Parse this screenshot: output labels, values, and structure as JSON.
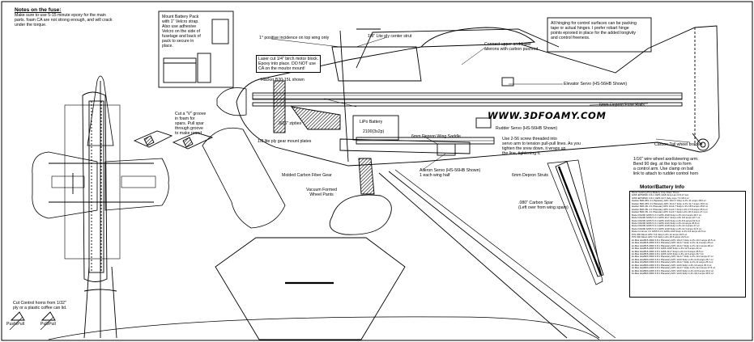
{
  "fuse_notes": {
    "title": "Notes on the fuse:",
    "lines": [
      "Make sure to use 5-15 minute epoxy for the main",
      "parts.  foam CA are not strong enough, and will crack",
      "under the torque."
    ]
  },
  "battery_pack_note": {
    "lines": [
      "Mount Battery Pack",
      "with 1\" Velcro strap.",
      "Also use adhesive",
      "Velcro on the side of",
      "fuselage and back of",
      "pack to secure in",
      "place."
    ]
  },
  "hinging_note": {
    "lines": [
      "All hinging for control surfaces can be packing",
      "tape or actual hinges.  I prefer robart hinge",
      "points epoxied in place for the added longivity",
      "and control freeness."
    ]
  },
  "labels": {
    "incidence": "1° positive incidence on top wing only",
    "center_strut": "1/8\" Lite ply center strut",
    "aileron_pushrod_1": "Connect upper and lower",
    "aileron_pushrod_2": "ailerons with carbon pushrod",
    "motor_block_1": "Laser cut 1/4\" birch motor block.",
    "motor_block_2": "Epoxy into place. DO NOT use",
    "motor_block_3": "CA on the moutor mount!",
    "hacker": "Hacker B20-15L shown",
    "elevator_servo": "Elevator Servo (HS-56HB Shown)",
    "fuse_rails": "6mm Depron Fuse Rails",
    "groove_1": "Cut a \"V\" groove",
    "groove_2": "in foam for",
    "groove_3": "spars. Pull spar",
    "groove_4": "through groove",
    "groove_5": "to make round",
    "zipties": "3/16\" zipties",
    "lipo_1": "LiPo Battery",
    "lipo_2": "2100(3s2p)",
    "rudder_servo": "Rudder Servo (HS-56HB Shown)",
    "screw_1": "Use 2-56 screw threaded into",
    "screw_2": "servo arm to tension pull-pull lines.  As you",
    "screw_3": "tighten the srew down, it wraps up",
    "screw_4": "the line, tightening it.",
    "gear_plate": "1/8 lite ply gear mount plates",
    "wing_saddle": "6mm Depron Wing Saddle",
    "tail_wheel": "Carbon Tail wheel bracket",
    "aileron_servo_1": "Aileron Servo (HS-56HB Shown)",
    "aileron_servo_2": "1 each wing half",
    "carbon_gear": "Molded Carbon Fiber Gear",
    "depron_struts": "6mm Depron Struts",
    "steering_1": "1/16\" wire wheel axel/steering arm.",
    "steering_2": "Bend 90 deg. at the top to form",
    "steering_3": "a control arm. Use clamp on ball",
    "steering_4": "link to attach to rudder control horn",
    "wheel_pants_1": "Vacuum Formed",
    "wheel_pants_2": "Wheel Pants",
    "spar_1": ".080\" Carbon Spar",
    "spar_2": "(Left over from wing spars)",
    "control_horns_1": "Cut Control horns from 1/32\"",
    "control_horns_2": "ply or a plastic coffee can lid.",
    "push_pull": "Push/Pull",
    "pull_pull": "Pull/Pull",
    "brand": "WWW.3DFOAMY.COM",
    "motor_title": "Motor/Battery Info"
  },
  "motor_rows": [
    "Motor  Gearing  Prop  Battery  Amp  Draw  Thrust",
    "GWS EPS350C 3.6:1  GWS 10x8  3s1p  Lipo  6.8  17.1oz",
    "GWS EPS350C 3.6:1  GWS 11x7  3s1p  Lipo  7.4  18.3 oz",
    "Hacker B20-26S 4:1  Planetary APC 10x4.7  3s1p  Li-Po  11  amps  18.6 oz.",
    "Hacker B20-26S 4:1  Planetary APC 11x4.7  3s1p  Li-Po  11.7  amps  19.6 oz.",
    "Hacker B20-15L 4:1  Planetary APC 10x4.7  3s2p  Li-Po  18.5  amps  25.8 oz.",
    "Hacker B20-15L 4:1  Planetary APC 11x4.7  3s1p  Li-Po  17.8  amps  25.6 oz.",
    "Hacker B20-15L 4:1  Planetary APC 11x4.7  3s2p  Li-Po  20.9  amps  27.1 oz.",
    "Razer R2200 GWS 5.3:1  GWS 10x8  3s1p  Li-Po  10.2  amps  28.7 oz.",
    "Razer R2200 GWS 5.3:1  GWS 11x7  3s1p  Li-Po  9.8  amps  19.7 oz.",
    "Razer R2200 GWS 5.3:1  GWS 12x6  3s1p  Li-Po  8.9  amps  19.9 oz.",
    "Razer R2200 GWS 5.3:1  GWS 12x6  3s2p  Li-Po  10  amps  26.8 oz.",
    "Razer R2200 GWS 5.3:1  GWS 12x8  3s1p  Li-Po  12.4  amps  27 oz.",
    "Razer R2200 GWS 5.3:1  GWS 12x8  3s2p  Li-Po  14.3  amps  31.5 oz.",
    "Razer Inrunner  4:1  GWS 6.3:1  GWS 13x6  3s1p  Li-Po  9.6  amps  22.5 oz.",
    "PJS 300 Direct APC 7x4  3s1p  Li-Po  12  amps  19.5 oz.",
    "PJS 300 Direct APC 7x4  3s2p  Li-Po  15.5  amps  22.5 oz.",
    "Hi-Max HA2815-3000 3.8:1  Planetary APC 10x4.7  3s1p  Li-Po  10.4  amps  22.5 oz.",
    "Hi-Max HA2815-3000 3.8:1  Planetary APC 11x4.7  3s1p  Li-Po  11.3  amps  25 oz.",
    "Hi-Max HA2815-3000 3.8:1  Planetary APC 11x4.7  3s2p  Li-Po  12.2  amps  28 oz.",
    "Hi-Max HA2815-3000 3.8:1  GWS 10x8  3s1p  Li-Po  11.5  amps  24 oz.",
    "Hi-Max HA2815-3000 3.8:1  GWS 11x7  3s1p  Li-Po  11.9  amps  25.5 oz.",
    "Hi-Max HA2815-3000 3.8:1  GWS 12x6  3s1p  Li-Po  11.6  amps  26.7 oz.",
    "Hi-Max HA2820-3000 3.8:1  Planetary APC 11x4.7  3s1p  Li-Po  13.2  amps  27 oz.",
    "Hi-Max HA2820-2300 3.8:1  Planetary APC 12x6  3s1p  Li-Po  11.8  amps  26.7 oz.",
    "Hi-Max HA2820-2300 3.8:1  Planetary APC 11x4.7  3s2p  Li-Po  11  amps  25.3 oz.",
    "Hi-Max HA2820-2300 3.8:1  Planetary APC 12x6  3s2p  Li-Po  13  amps  30.3 oz.",
    "Hi-Max HA2820-2300 3.8:1  Planetary APC 11x4.7  3s2p  Li-Po  12.4  amps  27.5 oz.",
    "Hi-Max HA2820-2300 3.8:1  Planetary APC 12x6  3s2p  Li-Po  14.8  amps  33.2 oz.",
    "Hi-Max HA2820-3000 3.8:1  Planetary APC 12x6  3s2p  Li-Po  18.4  amps  35.5 oz."
  ],
  "colors": {
    "ink": "#000000",
    "paper": "#ffffff",
    "hatch": "#000000"
  }
}
